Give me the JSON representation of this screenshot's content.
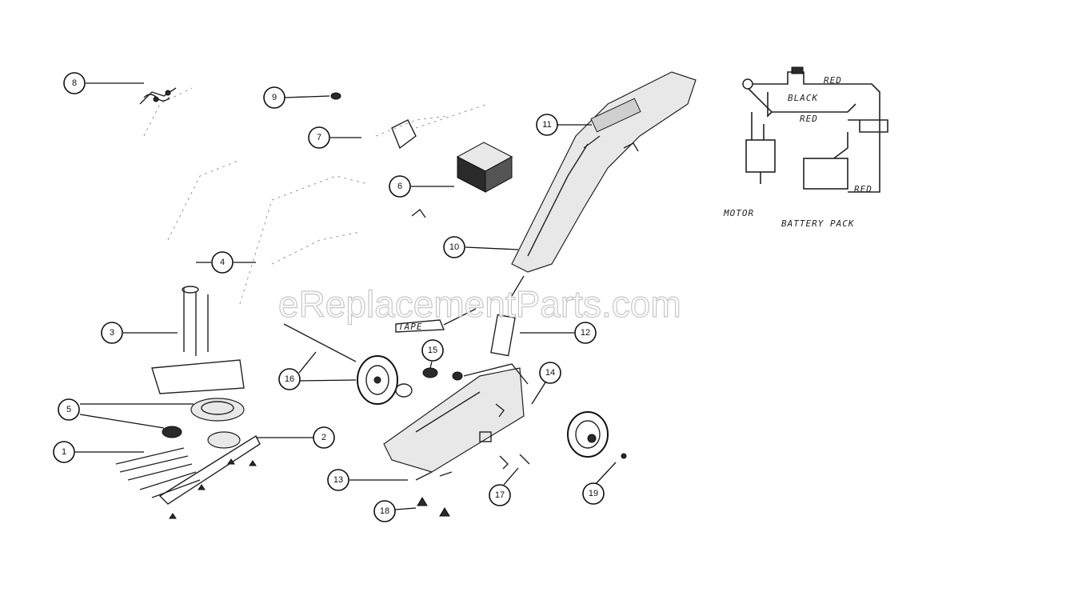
{
  "watermark": "eReplacementParts.com",
  "callouts": [
    "1",
    "2",
    "3",
    "4",
    "5",
    "6",
    "7",
    "8",
    "9",
    "10",
    "11",
    "12",
    "13",
    "14",
    "15",
    "16",
    "17",
    "18",
    "19"
  ],
  "wiring": {
    "red_top": "RED",
    "black": "BLACK",
    "red_mid": "RED",
    "red_bottom": "RED",
    "motor": "MOTOR",
    "battery_pack": "BATTERY PACK"
  },
  "tag_text": "TAPE"
}
